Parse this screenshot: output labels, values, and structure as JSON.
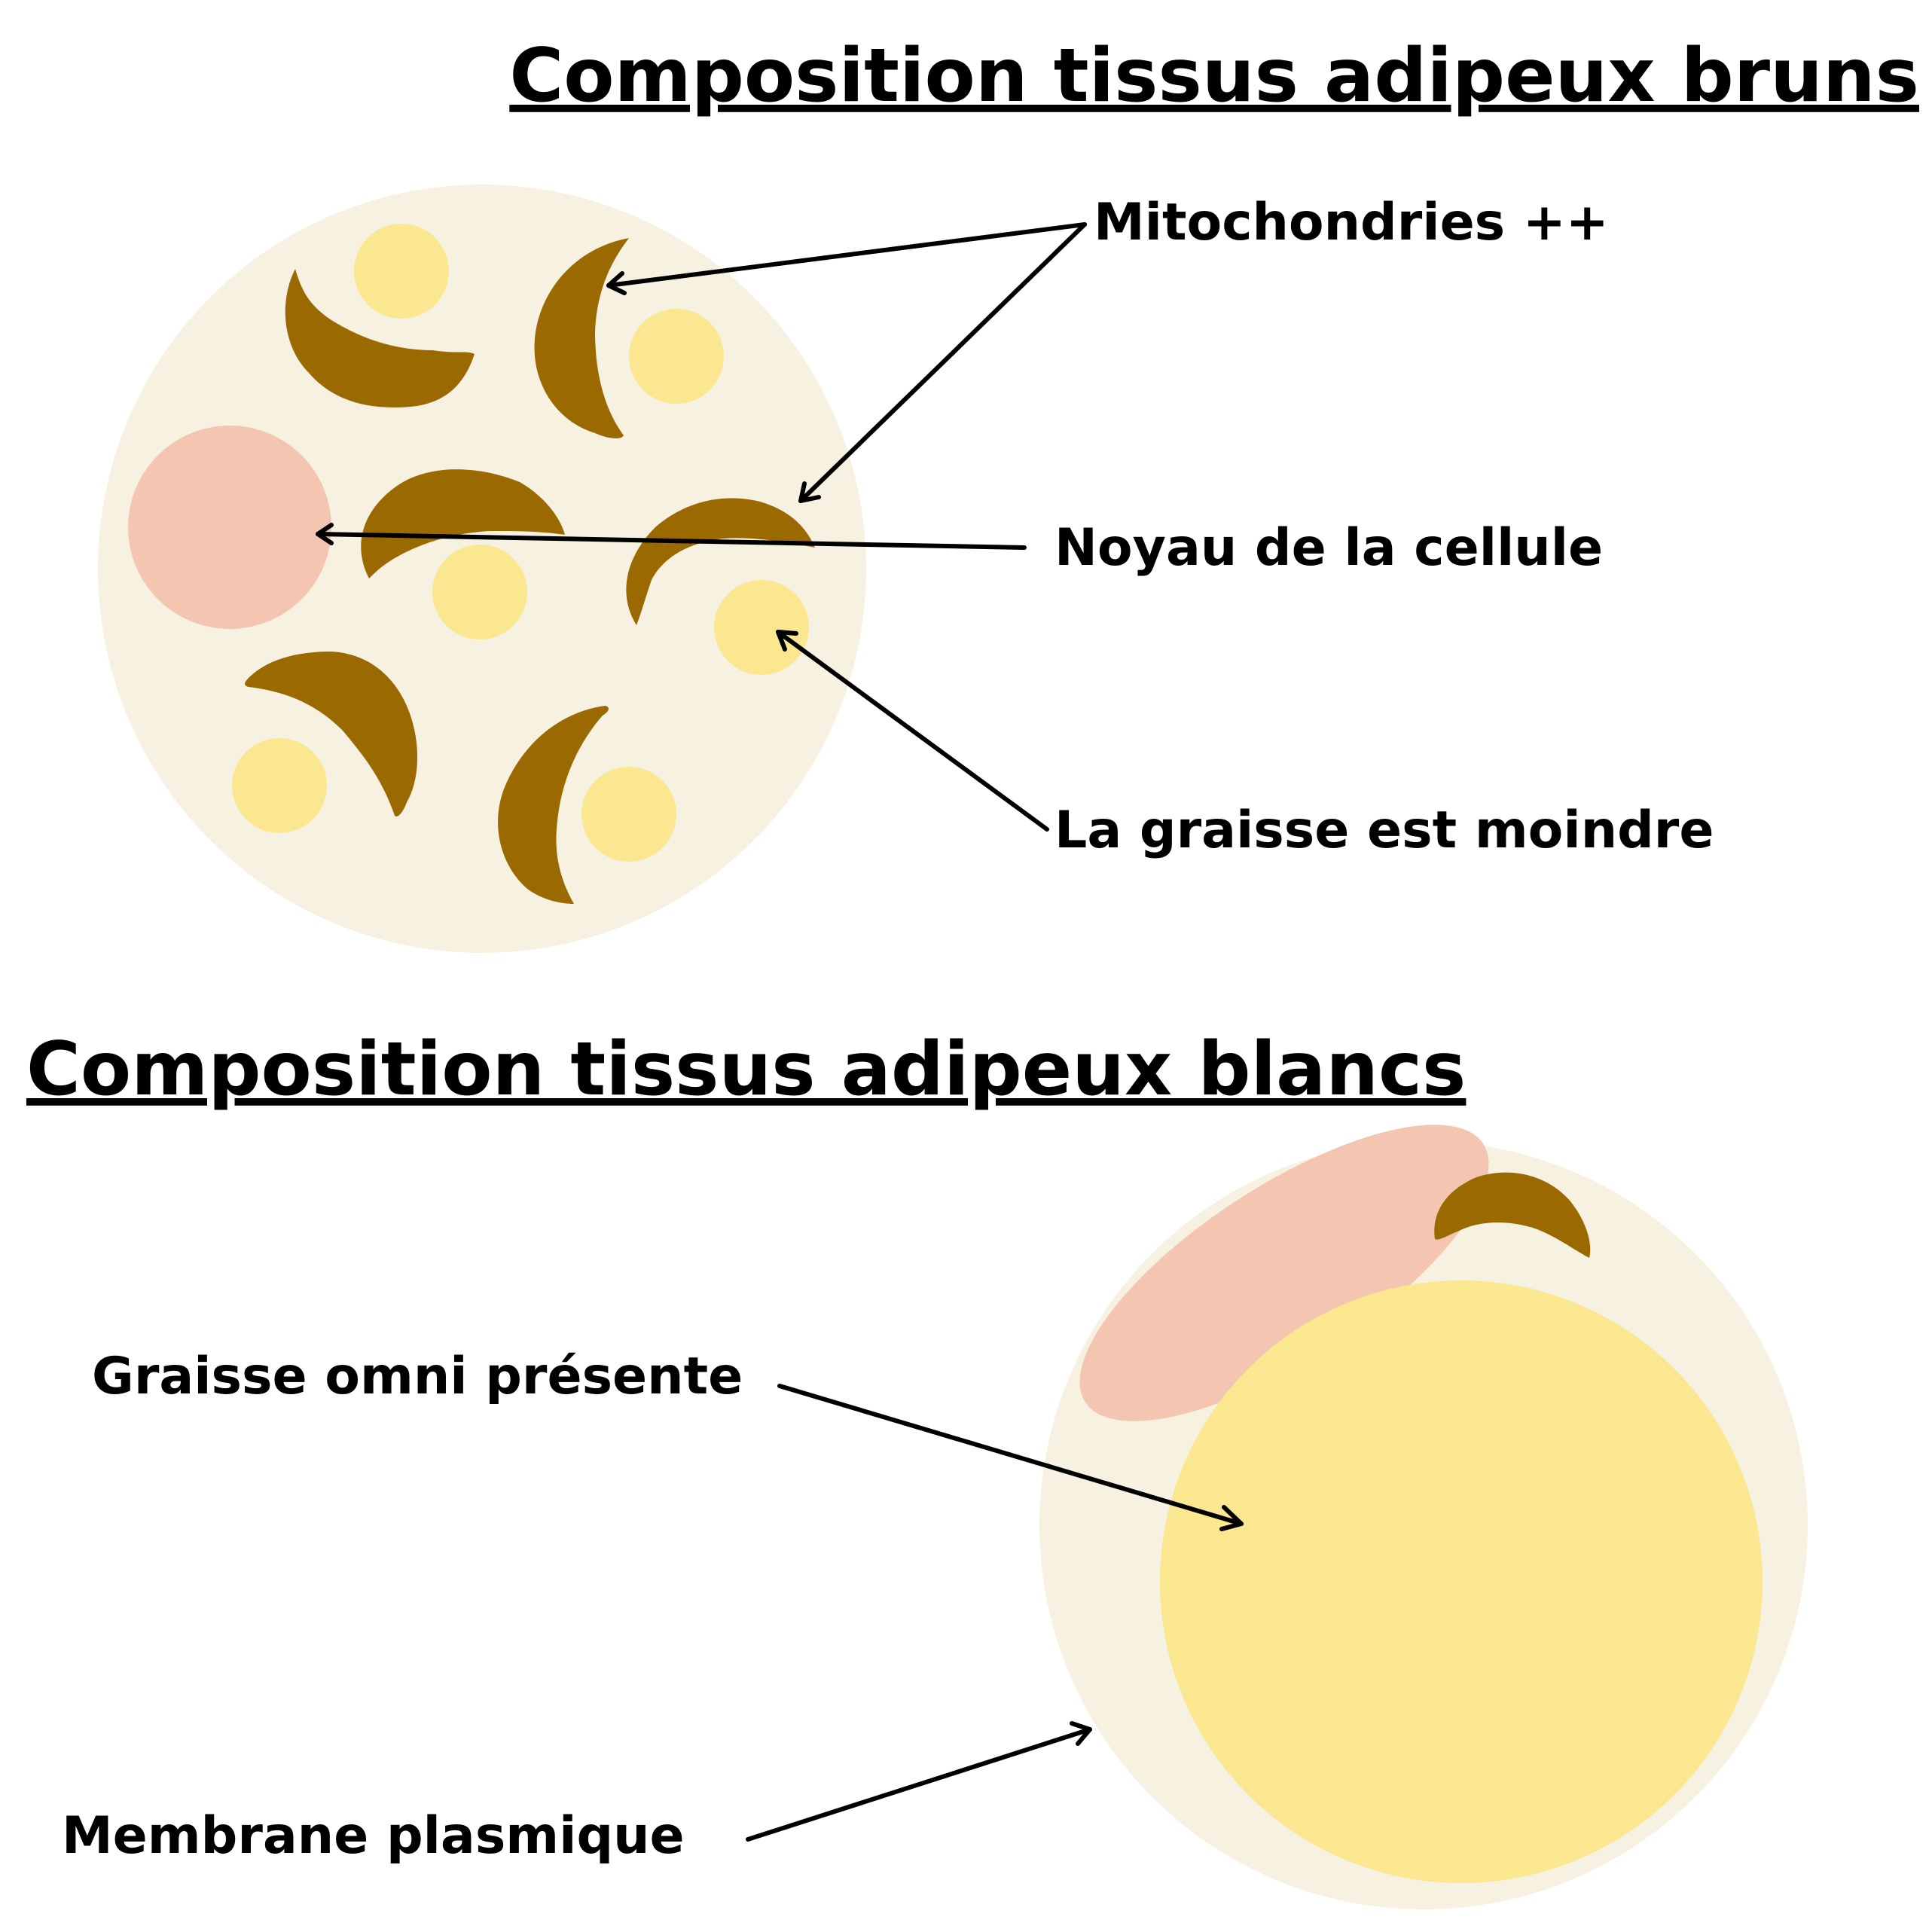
{
  "brown_section": {
    "title": "Composition tissus adipeux bruns",
    "labels": {
      "mitochondria": "Mitochondries ++",
      "nucleus": "Noyau de la cellule",
      "fat": "La graisse est moindre"
    }
  },
  "white_section": {
    "title": "Composition tissus adipeux blancs",
    "labels": {
      "fat": "Graisse omni présente",
      "membrane": "Membrane plasmique"
    }
  },
  "colors": {
    "cytoplasm": "#F6F1E1",
    "fat_droplet": "#FBE78F",
    "nucleus": "#F4C6B1",
    "mitochondria": "#9A6A00",
    "text": "#000000"
  }
}
